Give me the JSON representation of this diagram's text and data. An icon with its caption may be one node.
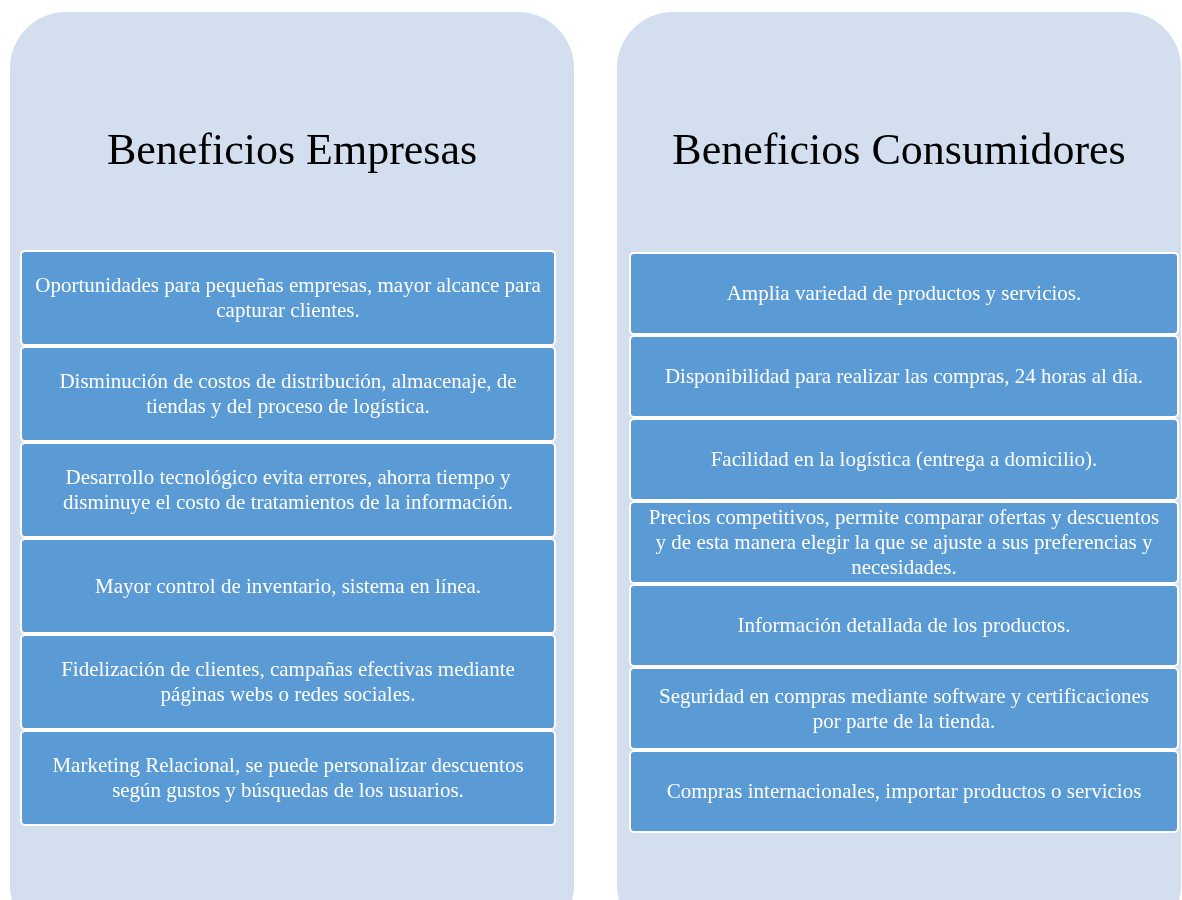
{
  "diagram": {
    "nodes": [
      {
        "text": [
          "Beneficios Empresas"
        ]
      },
      {
        "text": [
          "Oportunidades para pequeñas empresas, mayor alcance para capturar clientes."
        ],
        "in": 0
      },
      {
        "text": [
          "Disminución de costos de distribución, almacenaje, de tiendas y del proceso de logística."
        ],
        "in": 0
      },
      {
        "text": [
          "Desarrollo tecnológico evita errores, ahorra tiempo y disminuye el costo de tratamientos de la información."
        ],
        "in": 0
      },
      {
        "text": [
          "Mayor control de inventario, sistema en línea."
        ],
        "in": 0
      },
      {
        "text": [
          "Fidelización de clientes, campañas efectivas mediante páginas webs o redes sociales."
        ],
        "in": 0
      },
      {
        "text": [
          "Marketing Relacional, se puede personalizar descuentos según gustos y búsquedas de los usuarios."
        ],
        "in": 0
      },
      {
        "text": [
          "Beneficios Consumidores"
        ]
      },
      {
        "text": [
          "Amplia variedad de productos y servicios."
        ],
        "in": 7
      },
      {
        "text": [
          "Disponibilidad para realizar las compras, 24 horas al día."
        ],
        "in": 7
      },
      {
        "text": [
          "Facilidad en la logística (entrega a domicilio)."
        ],
        "in": 7
      },
      {
        "text": [
          "Precios competitivos, permite comparar ofertas y descuentos y de esta manera elegir la que se ajuste a sus preferencias y necesidades."
        ],
        "in": 7
      },
      {
        "text": [
          "Información detallada de los productos."
        ],
        "in": 7
      },
      {
        "text": [
          "Seguridad en compras mediante software y certificaciones por parte de la tienda."
        ],
        "in": 7
      },
      {
        "text": [
          "Compras internacionales, importar productos o servicios"
        ],
        "in": 7
      }
    ]
  }
}
